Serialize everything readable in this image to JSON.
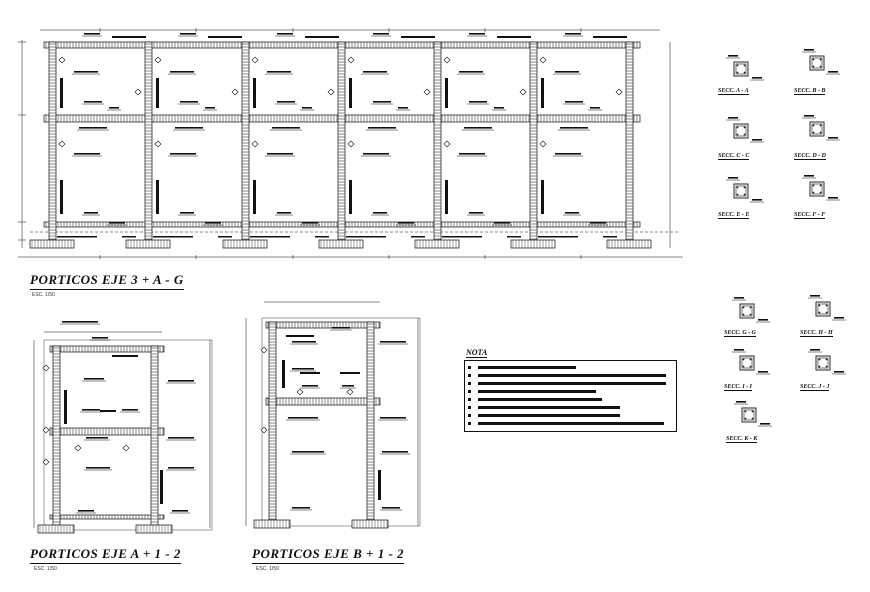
{
  "titles": {
    "elevation_1": "PORTICOS EJE 3 + A - G",
    "elevation_2": "PORTICOS EJE A + 1 - 2",
    "elevation_3": "PORTICOS EJE B + 1 - 2"
  },
  "scales": {
    "elevation_1": "ESC. 1/50",
    "elevation_2": "ESC. 1/50",
    "elevation_3": "ESC. 1/50"
  },
  "sections_top": [
    {
      "label": "SECC. A - A"
    },
    {
      "label": "SECC. B - B"
    },
    {
      "label": "SECC. C - C"
    },
    {
      "label": "SECC. D - D"
    },
    {
      "label": "SECC. E - E"
    },
    {
      "label": "SECC. F - F"
    }
  ],
  "sections_bottom": [
    {
      "label": "SECC. G - G"
    },
    {
      "label": "SECC. H - H"
    },
    {
      "label": "SECC. I - I"
    },
    {
      "label": "SECC. J - J"
    },
    {
      "label": "SECC. K - K"
    }
  ],
  "nota": {
    "title": "NOTA"
  },
  "colors": {
    "ink": "#111111",
    "paper": "#ffffff"
  }
}
